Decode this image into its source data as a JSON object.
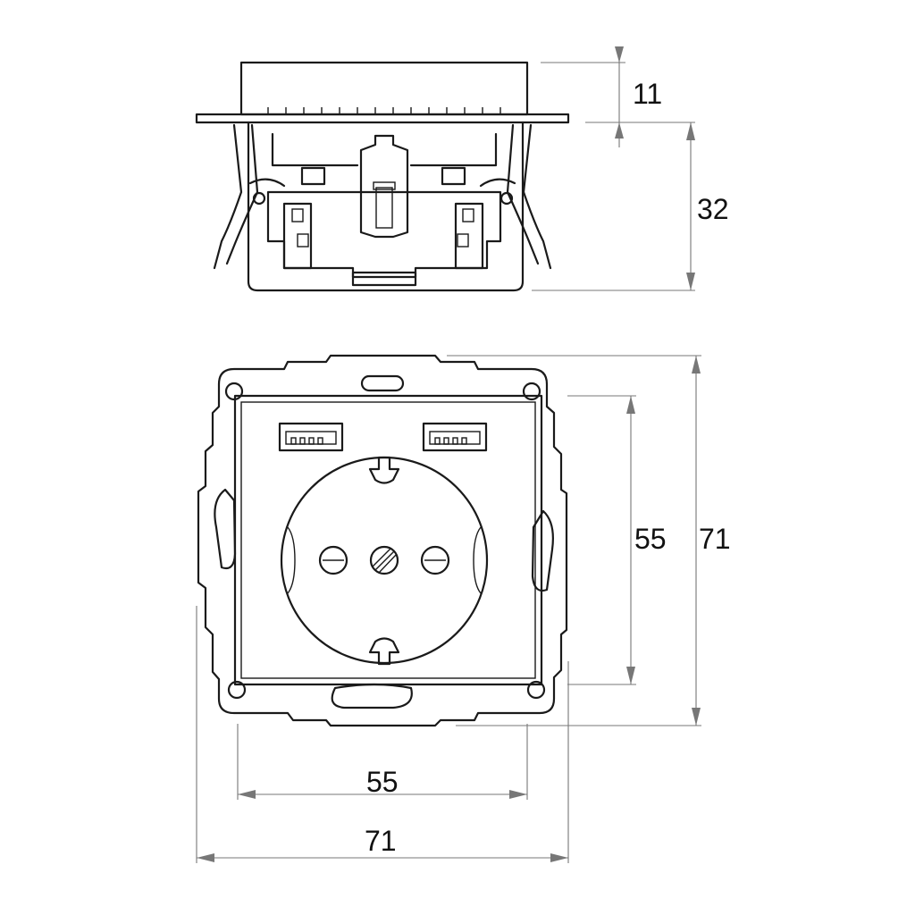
{
  "dimensions": {
    "side_cover_depth": "11",
    "side_body_depth": "32",
    "front_inner_height": "55",
    "front_outer_height": "71",
    "front_inner_width": "55",
    "front_outer_width": "71"
  },
  "colors": {
    "line": "#1a1a1a",
    "dimension_line": "#777777",
    "background": "#ffffff"
  }
}
